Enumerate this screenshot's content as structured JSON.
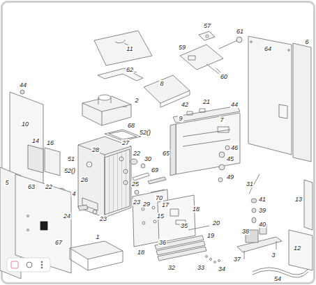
{
  "diagram": {
    "labels": [
      "11",
      "57",
      "61",
      "44",
      "62",
      "59",
      "60",
      "64",
      "6",
      "8",
      "2",
      "10",
      "68",
      "52()",
      "42",
      "21",
      "44",
      "9",
      "7",
      "14",
      "16",
      "28",
      "27",
      "22",
      "30",
      "65",
      "46",
      "51",
      "52()",
      "26",
      "25",
      "69",
      "45",
      "22",
      "70",
      "49",
      "5",
      "63",
      "4",
      "23",
      "29",
      "31",
      "41",
      "39",
      "13",
      "17",
      "18",
      "40",
      "24",
      "23",
      "35",
      "20",
      "19",
      "38",
      "37",
      "36",
      "18",
      "67",
      "1",
      "32",
      "33",
      "34",
      "3",
      "12",
      "54",
      "15"
    ]
  }
}
